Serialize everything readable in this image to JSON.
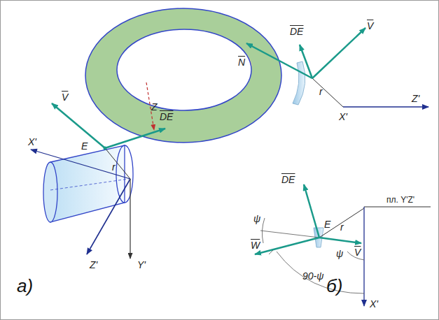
{
  "diagram": {
    "labels": [
      "V",
      "Z",
      "DE",
      "X'",
      "E",
      "r",
      "Z'",
      "Y'",
      "а)",
      "N",
      "DE",
      "V",
      "r",
      "X'",
      "Z'",
      "DE",
      "пл. Y'Z'",
      "ψ",
      "E",
      "r",
      "W",
      "V",
      "ψ",
      "90-ψ",
      "X'",
      "б)"
    ]
  }
}
